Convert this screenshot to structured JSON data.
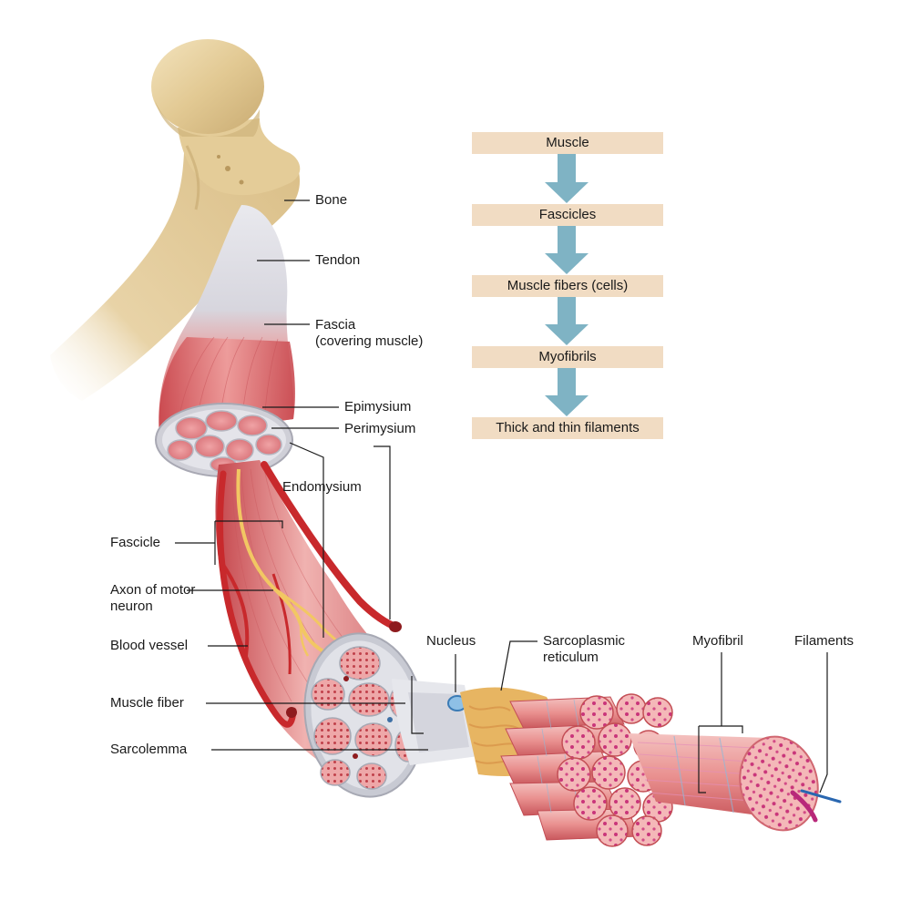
{
  "labels": {
    "bone": "Bone",
    "tendon": "Tendon",
    "fascia": [
      "Fascia",
      "(covering muscle)"
    ],
    "epimysium": "Epimysium",
    "perimysium": "Perimysium",
    "endomysium": "Endomysium",
    "fascicle": "Fascicle",
    "axon": [
      "Axon of motor",
      "neuron"
    ],
    "blood_vessel": "Blood vessel",
    "muscle_fiber": "Muscle fiber",
    "sarcolemma": "Sarcolemma",
    "nucleus": "Nucleus",
    "sarcoplasmic_reticulum": [
      "Sarcoplasmic",
      "reticulum"
    ],
    "myofibril": "Myofibril",
    "filaments": "Filaments"
  },
  "hierarchy": [
    "Muscle",
    "Fascicles",
    "Muscle fibers (cells)",
    "Myofibrils",
    "Thick and thin filaments"
  ],
  "colors": {
    "bone": "#e8d3a4",
    "tendon": "#dedfe5",
    "muscle": "#d8646a",
    "vessel": "#c8292c",
    "nerve": "#f2c763",
    "flow_box": "#f1dcc3",
    "flow_arrow": "#7fb3c4"
  }
}
